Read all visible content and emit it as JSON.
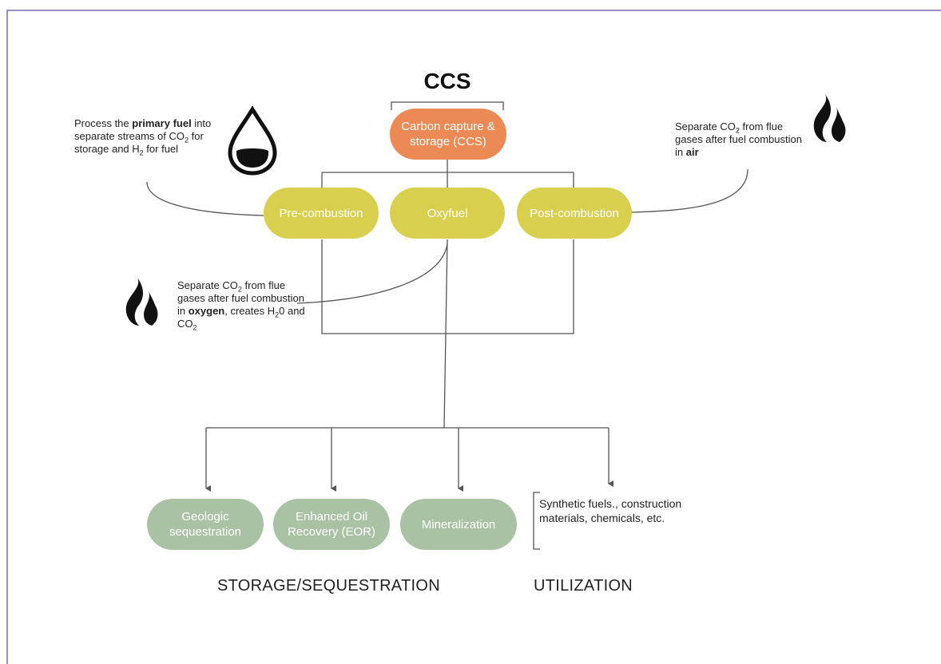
{
  "title": "CCS",
  "nodes": {
    "root": "Carbon capture & storage (CCS)",
    "pre": "Pre-combustion",
    "oxy": "Oxyfuel",
    "post": "Post-combustion",
    "geo": "Geologic sequestration",
    "eor": "Enhanced Oil Recovery (EOR)",
    "min": "Mineralization"
  },
  "notes": {
    "pre": {
      "part1": "Process the ",
      "bold": "primary fuel",
      "part2": " into separate streams of CO",
      "sub1": "2",
      "part3": " for storage and H",
      "sub2": "2",
      "part4": " for fuel"
    },
    "post": {
      "part1": "Separate CO",
      "sub1": "2",
      "part2": " from flue gases after fuel combustion in ",
      "bold": "air"
    },
    "oxy": {
      "part1": "Separate CO",
      "sub1": "2",
      "part2": " from flue gases after fuel combustion in ",
      "bold": "oxygen",
      "part3": ", creates H",
      "sub2": "2",
      "part4": "0 and CO",
      "sub3": "2"
    }
  },
  "utilization_text": "Synthetic fuels., construction materials, chemicals, etc.",
  "sections": {
    "storage": "STORAGE/SEQUESTRATION",
    "utilization": "UTILIZATION"
  },
  "icons": {
    "droplet": "water-drop-icon",
    "flame": "flame-icon"
  },
  "colors": {
    "root": "#ec8a55",
    "capture": "#d9cf4e",
    "storage": "#a9c2a3",
    "frame": "#9c8fc6"
  }
}
